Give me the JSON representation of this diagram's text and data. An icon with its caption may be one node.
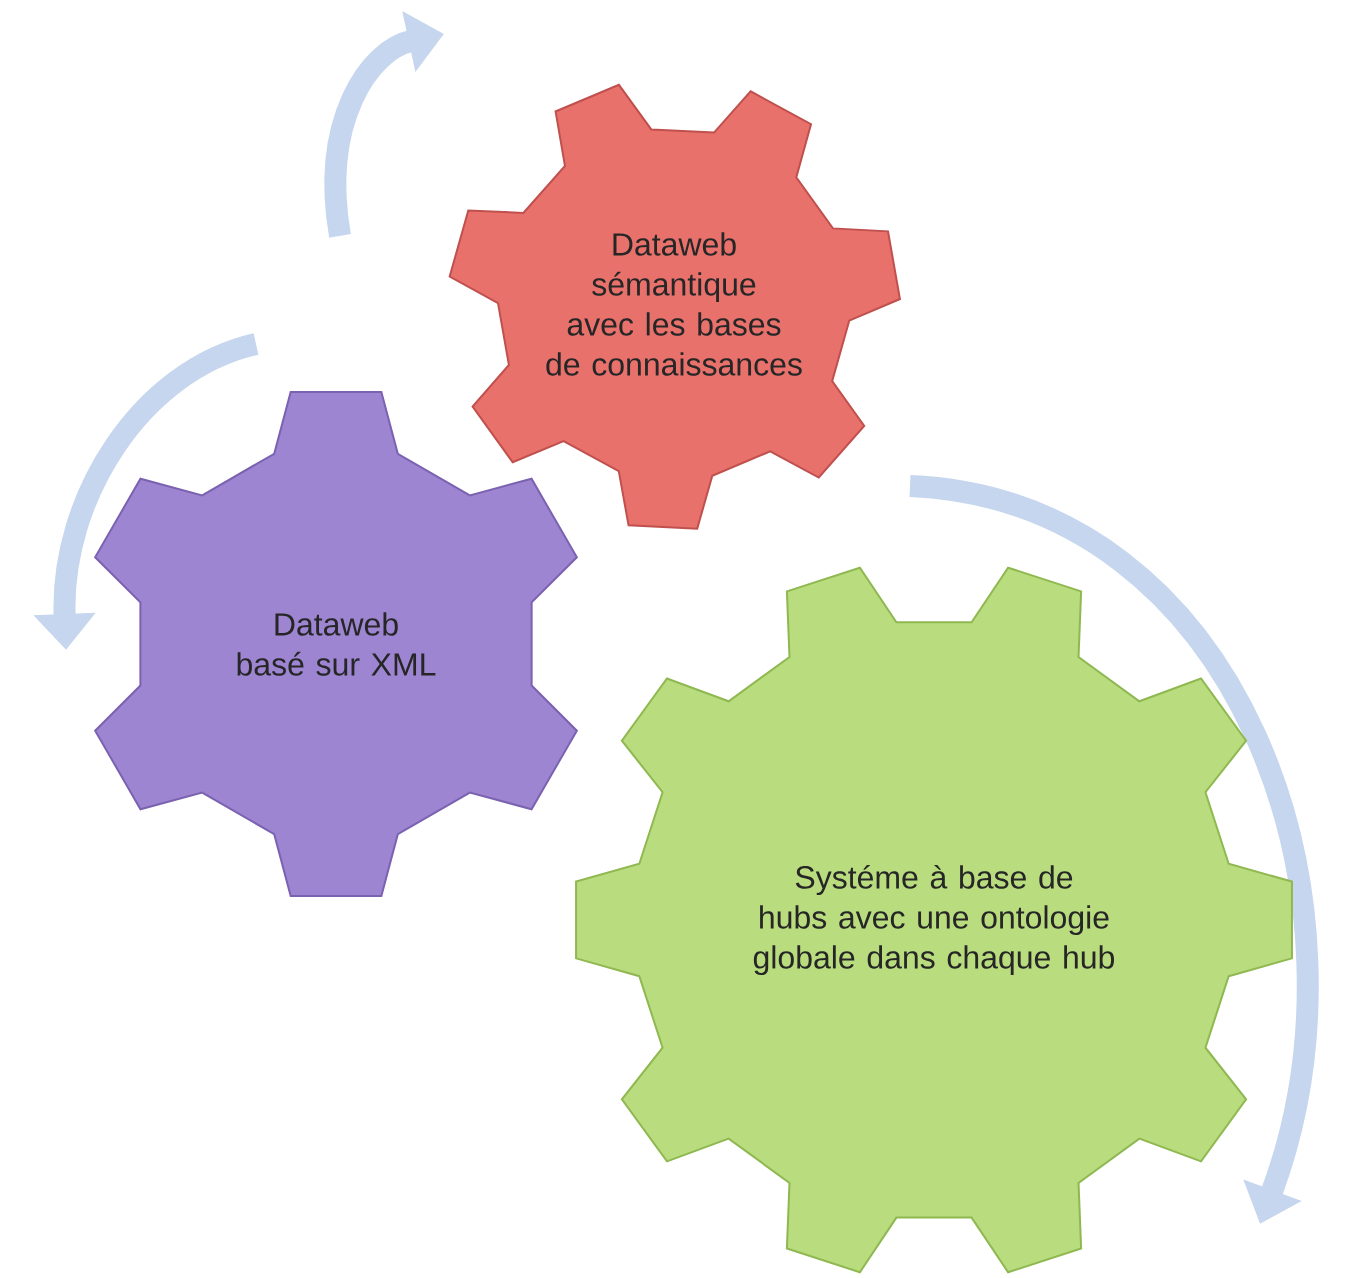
{
  "diagram": {
    "nodes": [
      {
        "text": [
          "Dataweb sémantique avec les bases de connaissances"
        ]
      },
      {
        "text": [
          "Dataweb basé sur XML"
        ]
      },
      {
        "text": [
          "Systéme à base de hubs avec une ontologie globale dans chaque hub"
        ]
      }
    ]
  }
}
